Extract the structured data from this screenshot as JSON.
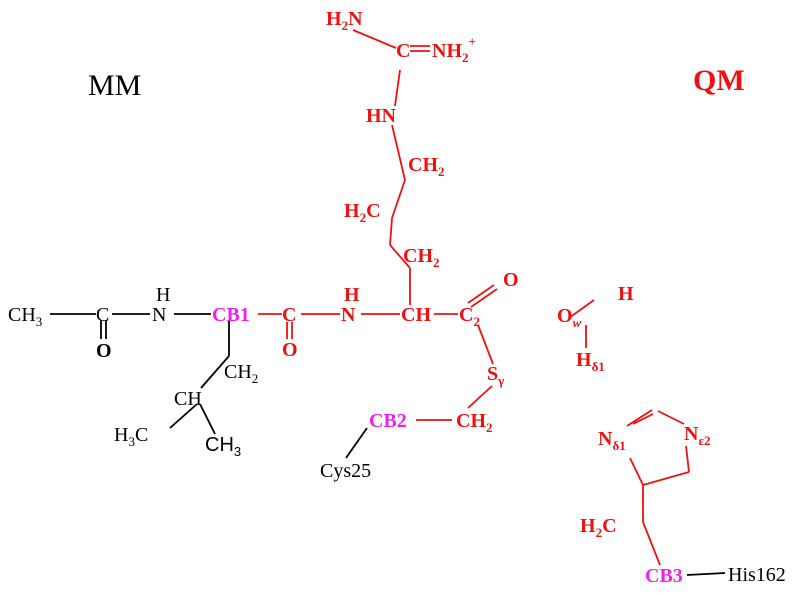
{
  "regions": {
    "mm": "MM",
    "qm": "QM"
  },
  "colors": {
    "mm": "#000000",
    "qm": "#ee1111",
    "boundary": "#ee22ee"
  },
  "atoms": {
    "ch3_left": "CH",
    "ch3_left_sub": "3",
    "c_acetyl": "C",
    "o_acetyl": "O",
    "n_left_h": "H",
    "n_left": "N",
    "cb1": "CB1",
    "c_carbonyl": "C",
    "o_carbonyl": "O",
    "n_right_h": "H",
    "n_right": "N",
    "ch_alpha": "CH",
    "c2": "C",
    "c2_sub": "2",
    "o_c2": "O",
    "sg": "S",
    "sg_sub": "γ",
    "ch2_leu": "CH",
    "ch2_leu_sub": "2",
    "ch_leu": "CH",
    "h3c": "H",
    "h3c_sub": "3",
    "h3c_c": "C",
    "ch3_right": "CH",
    "ch3_right_sub": "3",
    "cb2": "CB2",
    "ch2_cys": "CH",
    "ch2_cys_sub": "2",
    "cys25": "Cys25",
    "h2n": "H",
    "h2n_sub": "2",
    "h2n_n": "N",
    "c_guan": "C",
    "nh2plus": "NH",
    "nh2plus_sub": "2",
    "nh2plus_sup": "+",
    "hn": "HN",
    "ch2_a": "CH",
    "ch2_a_sub": "2",
    "h2c_b": "H",
    "h2c_b_sub": "2",
    "h2c_b_c": "C",
    "ch2_c": "CH",
    "ch2_c_sub": "2",
    "ow": "O",
    "ow_sub": "w",
    "h_w": "H",
    "hd1": "H",
    "hd1_sub": "δ1",
    "nd1": "N",
    "nd1_sub": "δ1",
    "ne2": "N",
    "ne2_sub": "ε2",
    "h2c_his": "H",
    "h2c_his_sub": "2",
    "h2c_his_c": "C",
    "cb3": "CB3",
    "his162": "His162"
  }
}
